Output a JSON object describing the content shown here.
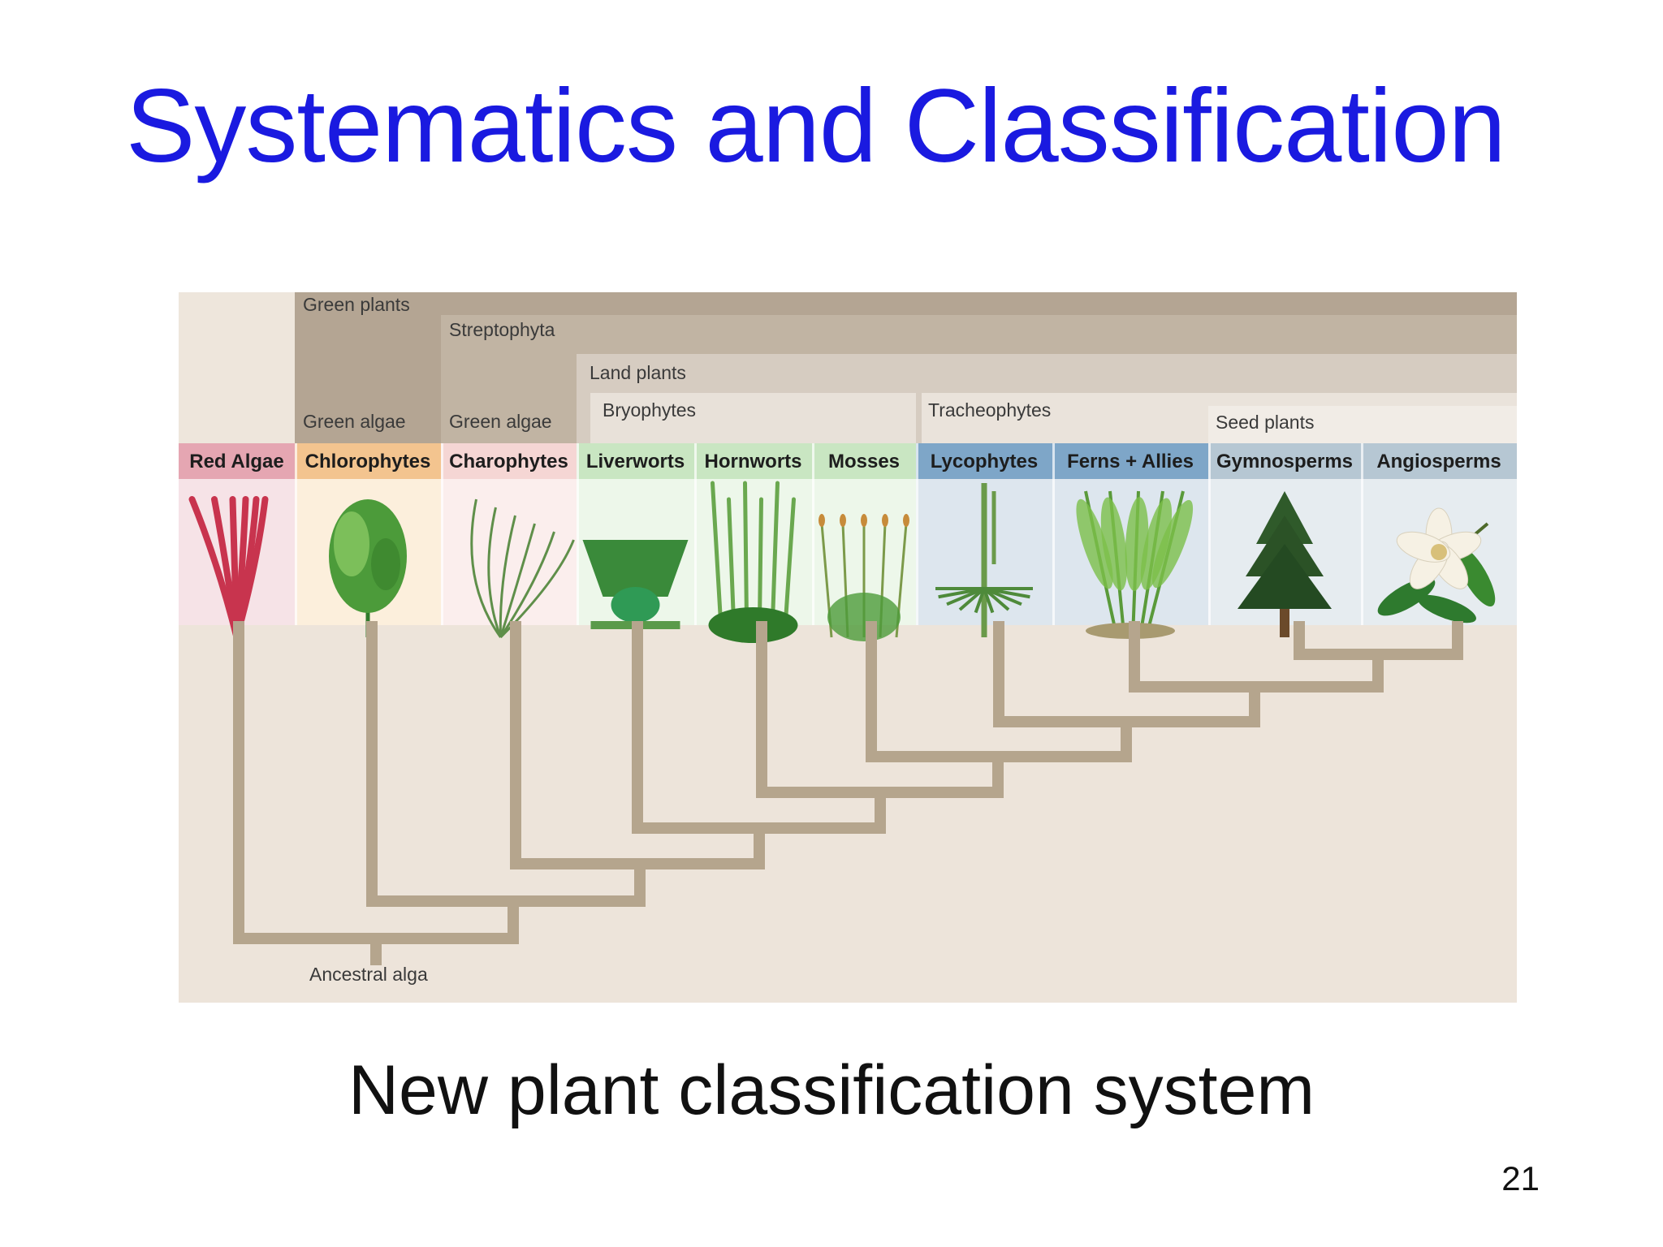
{
  "slide": {
    "title": "Systematics and Classification",
    "caption": "New plant classification system",
    "page_number": "21"
  },
  "diagram": {
    "groups": {
      "green_plants": "Green plants",
      "streptophyta": "Streptophyta",
      "land_plants": "Land plants",
      "bryophytes": "Bryophytes",
      "tracheophytes": "Tracheophytes",
      "seed_plants": "Seed plants",
      "green_algae_1": "Green algae",
      "green_algae_2": "Green algae"
    },
    "taxa": [
      {
        "key": "red-algae",
        "label": "Red Algae",
        "band": "#e5a6b2",
        "tint": "#f6e3e7",
        "icon": "red-coral-alga-icon"
      },
      {
        "key": "chlorophytes",
        "label": "Chlorophytes",
        "band": "#f3c48f",
        "tint": "#fcefdc",
        "icon": "sea-lettuce-icon"
      },
      {
        "key": "charophytes",
        "label": "Charophytes",
        "band": "#f5d6d4",
        "tint": "#fbeeed",
        "icon": "chara-icon"
      },
      {
        "key": "liverworts",
        "label": "Liverworts",
        "band": "#c9e6c2",
        "tint": "#edf7ea",
        "icon": "liverwort-icon"
      },
      {
        "key": "hornworts",
        "label": "Hornworts",
        "band": "#c9e6c2",
        "tint": "#edf7ea",
        "icon": "hornwort-icon"
      },
      {
        "key": "mosses",
        "label": "Mosses",
        "band": "#c9e6c2",
        "tint": "#edf7ea",
        "icon": "moss-icon"
      },
      {
        "key": "lycophytes",
        "label": "Lycophytes",
        "band": "#7ea6c8",
        "tint": "#dde6ee",
        "icon": "club-moss-icon"
      },
      {
        "key": "ferns-allies",
        "label": "Ferns + Allies",
        "band": "#7ea6c8",
        "tint": "#dde6ee",
        "icon": "fern-icon"
      },
      {
        "key": "gymnosperms",
        "label": "Gymnosperms",
        "band": "#b6c7d3",
        "tint": "#e6ecf0",
        "icon": "conifer-tree-icon"
      },
      {
        "key": "angiosperms",
        "label": "Angiosperms",
        "band": "#b6c7d3",
        "tint": "#e6ecf0",
        "icon": "magnolia-flower-icon"
      }
    ],
    "root_label": "Ancestral alga",
    "colors": {
      "title": "#1a1ae0",
      "tree_branch": "#b5a58d",
      "panel_background": "#ede4da",
      "green_plants_bracket": "#b4a593",
      "streptophyta_bracket": "#c1b4a3",
      "land_plants_bracket": "#d6ccc1",
      "bryophytes_bracket": "#e8e1d9",
      "tracheophytes_bracket": "#eae3db",
      "seed_plants_bracket": "#f1ece6"
    }
  }
}
